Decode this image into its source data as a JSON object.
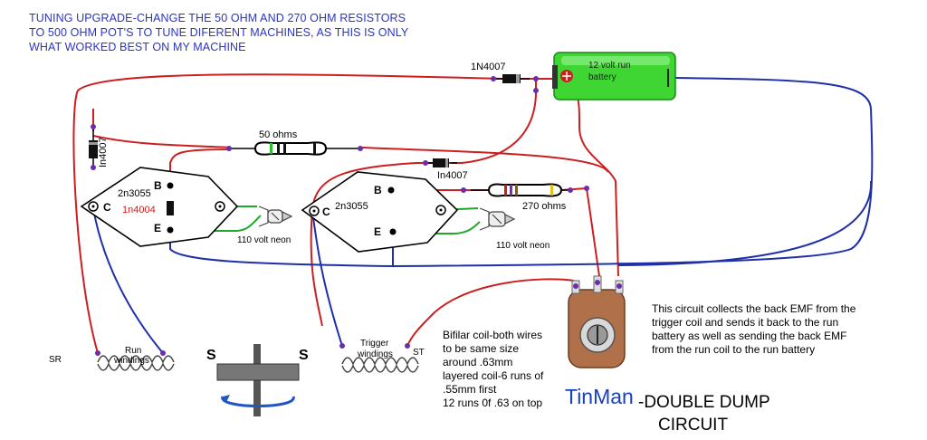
{
  "note": [
    "TUNING UPGRADE-CHANGE THE 50 OHM AND 270 OHM RESISTORS",
    "TO 500 OHM POT'S TO TUNE DIFERENT MACHINES, AS THIS IS ONLY",
    "WHAT WORKED BEST ON MY MACHINE"
  ],
  "battery": {
    "label_line1": "12 volt run",
    "label_line2": "battery"
  },
  "diodes": {
    "top": "1N4007",
    "left": "In4007",
    "mid": "In4007",
    "inner": "1n4004"
  },
  "resistors": {
    "r50": "50 ohms",
    "r270": "270 ohms"
  },
  "transistor1": {
    "model": "2n3055",
    "b": "B",
    "c": "C",
    "e": "E"
  },
  "transistor2": {
    "model": "2n3055",
    "b": "B",
    "c": "C",
    "e": "E"
  },
  "neon1": "110 volt neon",
  "neon2": "110 volt neon",
  "run_coil": {
    "label_line1": "Run",
    "label_line2": "windings",
    "tag": "SR"
  },
  "trigger_coil": {
    "label_line1": "Trigger",
    "label_line2": "windings",
    "tag": "ST"
  },
  "magnet": {
    "left": "S",
    "right": "S"
  },
  "coil_note": [
    "Bifilar coil-both wires",
    "to be same size",
    "around .63mm",
    "layered coil-6 runs of",
    ".55mm first",
    "12 runs 0f .63 on top"
  ],
  "description": [
    "This circuit collects the back EMF from the",
    "trigger coil and sends it back to the run",
    "battery as well as sending the back EMF",
    "from the run coil to the run battery"
  ],
  "title": {
    "brand": "TinMan",
    "line1": "-DOUBLE DUMP",
    "line2": "CIRCUIT"
  },
  "colors": {
    "wire_red": "#cc1f1f",
    "wire_blue": "#1f2fa8",
    "wire_green": "#1fa82a",
    "battery_green": "#3fd634",
    "note_blue": "#2b35c4",
    "brand_blue": "#1a3fc0"
  }
}
